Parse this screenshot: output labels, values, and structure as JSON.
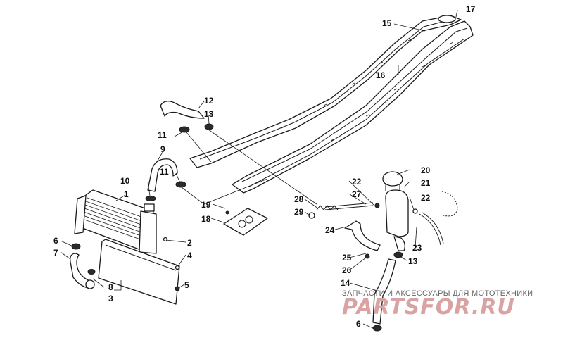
{
  "callouts": [
    "1",
    "2",
    "3",
    "4",
    "5",
    "6",
    "7",
    "8",
    "9",
    "10",
    "11",
    "11",
    "12",
    "13",
    "13",
    "14",
    "15",
    "16",
    "17",
    "18",
    "19",
    "20",
    "21",
    "22",
    "22",
    "23",
    "24",
    "25",
    "26",
    "27",
    "28",
    "29",
    "6"
  ],
  "watermark": {
    "subtitle": "ЗАПЧАСТИ И АКСЕССУАРЫ ДЛЯ МОТОТЕХНИКИ",
    "brand": "PARTSFOR.RU"
  }
}
